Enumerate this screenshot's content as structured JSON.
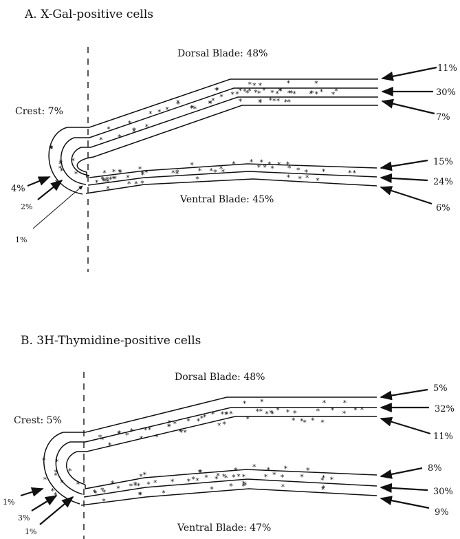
{
  "panel_a": {
    "title": "A. X-Gal-positive cells",
    "dorsal_label": "Dorsal Blade: 48%",
    "ventral_label": "Ventral Blade: 45%",
    "crest_label": "Crest: 7%",
    "dorsal_layers": [
      "11%",
      "30%",
      "7%"
    ],
    "ventral_layers": [
      "15%",
      "24%",
      "6%"
    ],
    "crest_layers": [
      "4%",
      "2%",
      "1%"
    ]
  },
  "panel_b": {
    "title": "B. 3H-Thymidine-positive cells",
    "dorsal_label": "Dorsal Blade: 48%",
    "ventral_label": "Ventral Blade: 47%",
    "crest_label": "Crest: 5%",
    "dorsal_layers": [
      "5%",
      "32%",
      "11%"
    ],
    "ventral_layers": [
      "8%",
      "30%",
      "9%"
    ],
    "crest_layers": [
      "1%",
      "3%",
      "1%"
    ]
  },
  "marker_symbol": "*"
}
